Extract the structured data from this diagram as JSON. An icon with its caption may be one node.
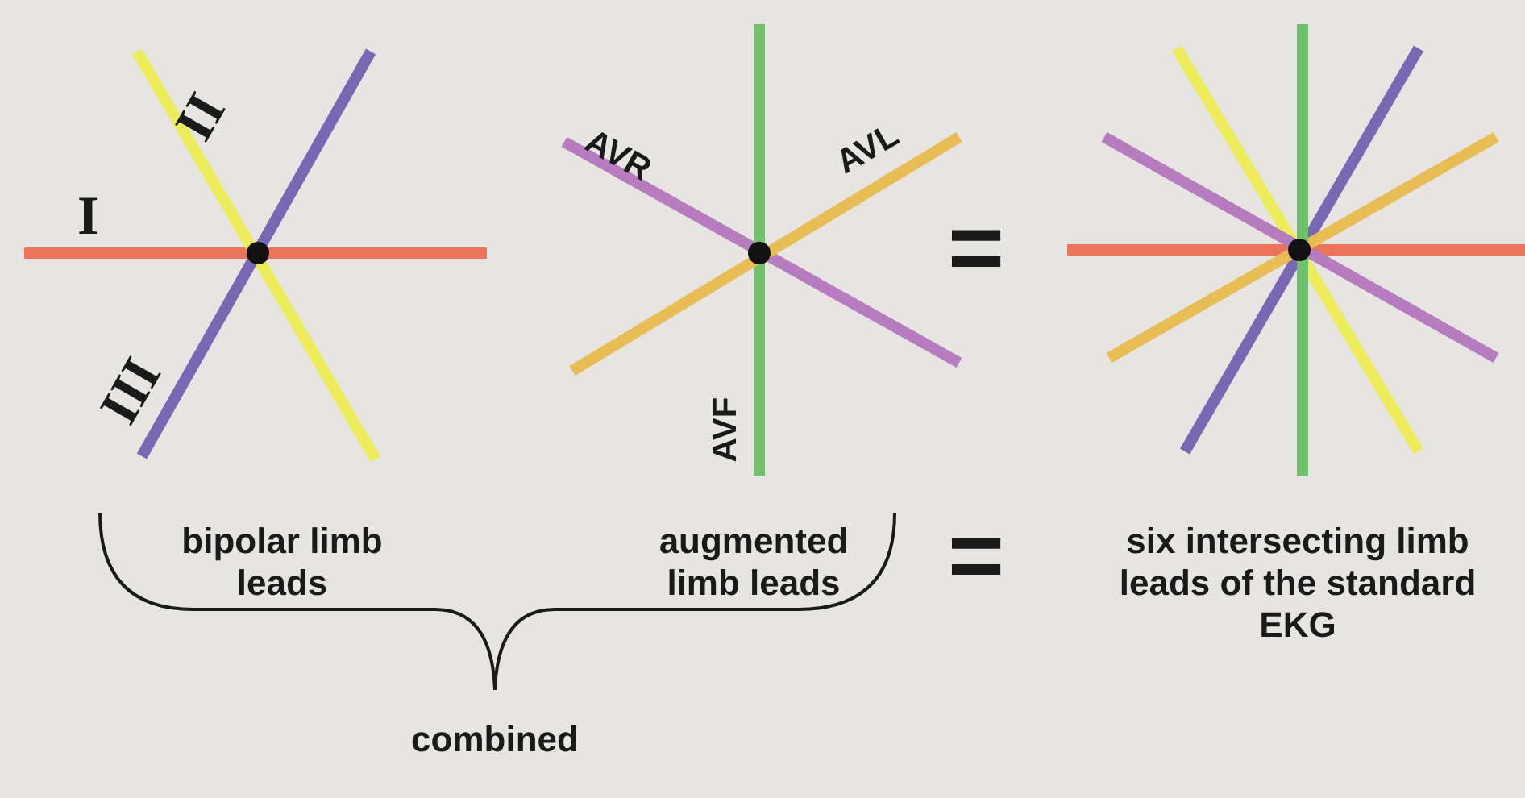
{
  "diagram": {
    "labels": [
      "I",
      "II",
      "III",
      "AVR",
      "AVL",
      "AVF",
      "=",
      "bipolar limb leads",
      "augmented limb leads",
      "=",
      "six intersecting limb leads of the standard EKG",
      "combined"
    ]
  }
}
